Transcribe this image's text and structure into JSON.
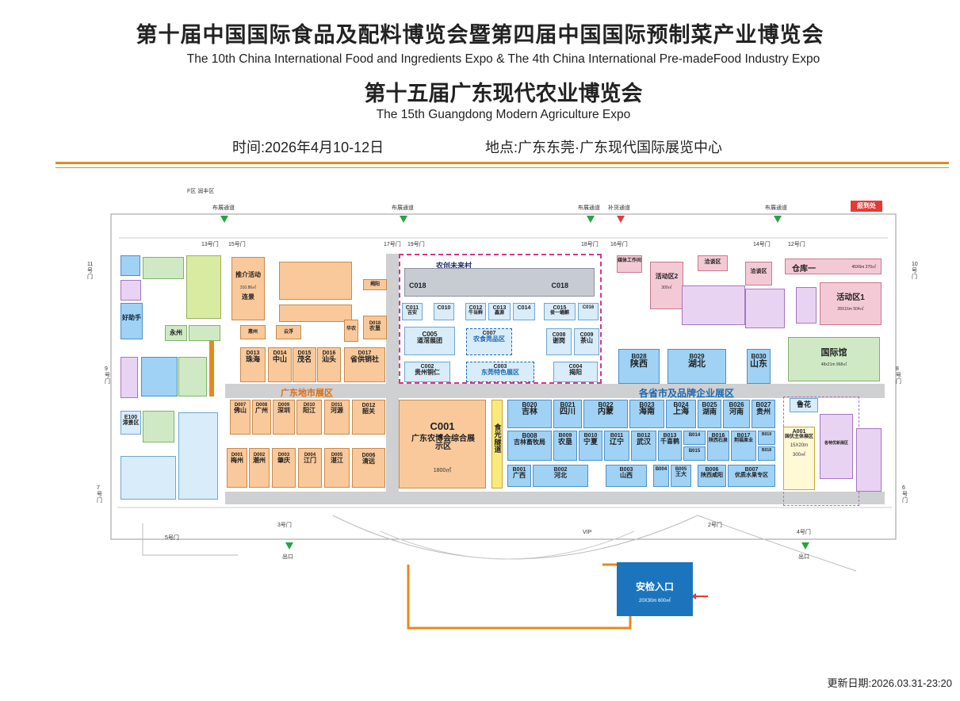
{
  "header": {
    "title_cn_1": "第十届中国国际食品及配料博览会暨第四届中国国际预制菜产业博览会",
    "title_en_1": "The 10th China International Food and Ingredients Expo & The 4th China International Pre-madeFood Industry Expo",
    "title_cn_2": "第十五届广东现代农业博览会",
    "title_en_2": "The 15th  Guangdong Modern Agriculture Expo",
    "time": "时间:2026年4月10-12日",
    "place": "地点:广东东莞·广东现代国际展览中心"
  },
  "colors": {
    "orange_rule": "#e58a1a",
    "blue_hall": "#1c75bc",
    "magenta_zone": "#d6358f",
    "entry_blue": "#1c75bc"
  },
  "top_labels": {
    "f_zone": "F区 润丰区",
    "passage": "布展通道",
    "freight": "补货通道",
    "report": "报到处",
    "door_13": "13号门",
    "door_15": "15号门",
    "door_17": "17号门",
    "door_19": "19号门",
    "door_18": "18号门",
    "door_16": "16号门",
    "door_14": "14号门",
    "door_12": "12号门",
    "door_11": "11号门",
    "door_10": "10号门",
    "door_9": "9号门",
    "door_8": "8号门",
    "door_7": "7号门",
    "door_6": "6号门",
    "door_5": "5号门",
    "door_3": "3号门",
    "door_2": "2号门",
    "door_4": "4号门",
    "exit": "出口",
    "vip": "VIP"
  },
  "zones": {
    "guangdong_city": "广东地市展区",
    "provinces": "各省市及品牌企业展区",
    "nongchuang": "农创未来村",
    "dongguan_pin": "农食莞品区",
    "dongguan_special": "东莞特色展区",
    "food_tunnel": "食光隧道"
  },
  "booths": {
    "c018a": "C018",
    "c018b": "C018",
    "c011": "C011",
    "c011n": "吉安",
    "c010": "C010",
    "c012": "C012",
    "c012n": "牛当鲜",
    "c013": "C013",
    "c013n": "鑫源",
    "c014": "C014",
    "c015": "C015",
    "c015n": "俊一蛹麒",
    "c016": "C016",
    "c005": "C005",
    "c005n": "道滘展团",
    "c007": "C007",
    "c008": "C008",
    "c008n": "谢岗",
    "c009": "C009",
    "c009n": "茶山",
    "c002": "C002",
    "c002n": "贵州铜仁",
    "c003": "C003",
    "c004": "C004",
    "c004n": "揭阳",
    "c001": "C001",
    "c001n": "广东农博会综合展示区",
    "c001a": "1800㎡",
    "d013": "D013",
    "d013n": "珠海",
    "d014": "D014",
    "d014n": "中山",
    "d015": "D015",
    "d015n": "茂名",
    "d016": "D016",
    "d016n": "汕头",
    "d017": "D017",
    "d017n": "省供销社",
    "d018": "D018",
    "d018n": "农垦",
    "d007": "D007",
    "d007n": "佛山",
    "d008": "D008",
    "d008n": "广州",
    "d009": "D009",
    "d009n": "深圳",
    "d010": "D010",
    "d010n": "阳江",
    "d011": "D011",
    "d011n": "河源",
    "d012": "D012",
    "d012n": "韶关",
    "d001": "D001",
    "d001n": "梅州",
    "d002": "D002",
    "d002n": "潮州",
    "d003": "D003",
    "d003n": "肇庆",
    "d004": "D004",
    "d004n": "江门",
    "d005": "D005",
    "d005n": "湛江",
    "d006": "D006",
    "d006n": "清远",
    "promo": "推介活动",
    "promo_a": "310.86㎡",
    "lianjiang": "连景",
    "yongzhou": "永州",
    "haozhushou": "好助手",
    "e100": "E100",
    "e100n": "漳景区",
    "jieyang_s": "揭阳",
    "huizhou": "惠州",
    "yunfu": "云浮",
    "huanong": "华农",
    "b028": "B028",
    "b028n": "陕西",
    "b029": "B029",
    "b029n": "湖北",
    "b030": "B030",
    "b030n": "山东",
    "b020": "B020",
    "b020n": "吉林",
    "b021": "B021",
    "b021n": "四川",
    "b022": "B022",
    "b022n": "内蒙",
    "b023": "B023",
    "b023n": "海南",
    "b024": "B024",
    "b024n": "上海",
    "b025": "B025",
    "b025n": "湖南",
    "b026": "B026",
    "b026n": "河南",
    "b027": "B027",
    "b027n": "贵州",
    "b008": "B008",
    "b008n": "吉林畜牧局",
    "b009": "B009",
    "b009n": "农垦",
    "b010": "B010",
    "b010n": "宁夏",
    "b011": "B011",
    "b011n": "辽宁",
    "b012": "B012",
    "b012n": "武汉",
    "b013": "B013",
    "b013n": "千喜鹤",
    "b014": "B014",
    "b015": "B015",
    "b016": "B016",
    "b016n": "陕西石泉",
    "b017": "B017",
    "b017n": "荆福果业",
    "b018": "B018",
    "b019": "B019",
    "b001": "B001",
    "b001n": "广西",
    "b002": "B002",
    "b002n": "河北",
    "b003": "B003",
    "b003n": "山西",
    "b004": "B004",
    "b005": "B005",
    "b005n": "王大",
    "b006": "B006",
    "b006n": "陕西咸阳",
    "b007": "B007",
    "b007n": "优质水果专区",
    "luhua": "鲁花",
    "a001": "A001",
    "a001n": "国优主体展区",
    "a001s": "15X20m",
    "a001a": "300㎡",
    "act1": "活动区1",
    "act1a": "28X16m   504㎡",
    "act2": "活动区2",
    "act2a": "300㎡",
    "warehouse": "仓库一",
    "warehouse_a": "45X6m   270㎡",
    "nego": "洽谈区",
    "nego2": "洽谈区",
    "guojiguan": "国际馆",
    "guojiguan_a": "48x21m   968㎡",
    "media": "媒体工作间",
    "youxiu": "各特优新展区"
  },
  "entry": {
    "label": "安检入口",
    "size": "20X30m   600㎡"
  },
  "update": "更新日期:2026.03.31-23:20"
}
